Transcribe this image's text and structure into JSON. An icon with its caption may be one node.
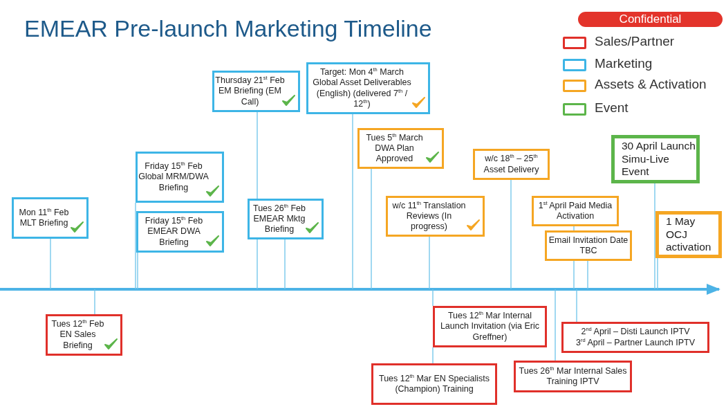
{
  "diagram": {
    "title": "EMEAR Pre-launch Marketing Timeline",
    "nodes": [
      {
        "text": [
          "Mon 11$^{th}$ Feb MLT Briefing"
        ]
      },
      {
        "text": [
          "Friday 15$^{th}$ Feb Global MRM/DWA Briefing"
        ]
      },
      {
        "text": [
          "Friday 15$^{th}$ Feb EMEAR DWA Briefing"
        ]
      },
      {
        "text": [
          "Thursday 21$^{st}$ Feb EM Briefing (EM Call)"
        ]
      },
      {
        "text": [
          "Tues 26$^{th}$ Feb EMEAR Mktg Briefing"
        ]
      },
      {
        "text": [
          "Target: Mon 4$^{th}$ March Global Asset Deliverables (English) (delivered 7$^{th}$ / 12$^{th}$)"
        ]
      },
      {
        "text": [
          "Tues 5$^{th}$ March DWA Plan Approved"
        ]
      },
      {
        "text": [
          "w/c 11$^{th}$ Translation Reviews (In progress)"
        ]
      },
      {
        "text": [
          "w/c 18$^{th}$ – 25$^{th}$ Asset Delivery"
        ]
      },
      {
        "text": [
          "1$^{st}$ April Paid Media Activation"
        ]
      },
      {
        "text": [
          "Email Invitation Date TBC"
        ]
      },
      {
        "text": [
          "30 April Launch Simu-Live Event"
        ]
      },
      {
        "text": [
          "1 May OCJ activation"
        ]
      },
      {
        "text": [
          "Tues 12$^{th}$ Feb EN Sales Briefing"
        ]
      },
      {
        "text": [
          "Tues 12$^{th}$ Mar Internal Launch Invitation (via Eric Greffner)"
        ]
      },
      {
        "text": [
          "Tues 12$^{th}$ Mar EN Specialists (Champion) Training"
        ]
      },
      {
        "text": [
          "Tues 26$^{th}$ Mar Internal Sales Training IPTV"
        ]
      },
      {
        "text": [
          "2$^{nd}$ April – Disti Launch IPTV",
          "3$^{rd}$ April – Partner Launch IPTV"
        ]
      }
    ],
    "edges": [
      {
        "from": 0,
        "to": null,
        "arrow": "none"
      },
      {
        "from": 1,
        "to": null,
        "arrow": "none"
      },
      {
        "from": 2,
        "to": null,
        "arrow": "none"
      },
      {
        "from": 3,
        "to": null,
        "arrow": "none"
      },
      {
        "from": 4,
        "to": null,
        "arrow": "none"
      },
      {
        "from": 5,
        "to": null,
        "arrow": "none"
      },
      {
        "from": 6,
        "to": null,
        "arrow": "none"
      },
      {
        "from": 7,
        "to": null,
        "arrow": "none"
      },
      {
        "from": 8,
        "to": null,
        "arrow": "none"
      },
      {
        "from": 9,
        "to": null,
        "arrow": "none"
      },
      {
        "from": 10,
        "to": null,
        "arrow": "none"
      },
      {
        "from": 11,
        "to": null,
        "arrow": "none"
      },
      {
        "from": 12,
        "to": null,
        "arrow": "none"
      },
      {
        "from": 13,
        "to": null,
        "arrow": "none"
      },
      {
        "from": 14,
        "to": null,
        "arrow": "none"
      },
      {
        "from": 14,
        "to": 15,
        "arrow": "none"
      },
      {
        "from": 16,
        "to": null,
        "arrow": "none"
      },
      {
        "from": 17,
        "to": null,
        "arrow": "none"
      }
    ],
    "labels": [
      "Confidential"
    ],
    "legend": [
      {
        "text": "Sales/Partner",
        "color": "#e0302a"
      },
      {
        "text": "Marketing",
        "color": "#3db5e6"
      },
      {
        "text": "Assets & Activation",
        "color": "#f5a623"
      },
      {
        "text": "Event",
        "color": "#5cb54a"
      }
    ]
  }
}
